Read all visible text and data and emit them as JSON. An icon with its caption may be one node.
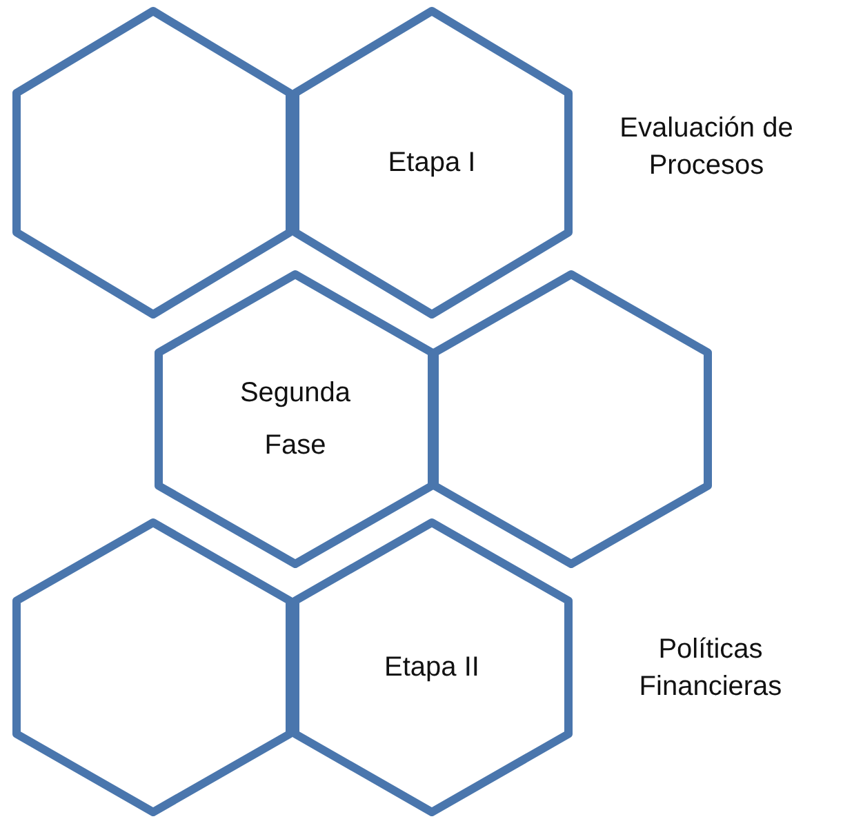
{
  "diagram": {
    "nodes": [
      {
        "text": [],
        "shape": "hexagon"
      },
      {
        "text": [
          "Etapa I"
        ]
      },
      {
        "text": [
          "Segunda Fase"
        ]
      },
      {
        "text": [],
        "shape": "hexagon"
      },
      {
        "text": [],
        "shape": "hexagon"
      },
      {
        "text": [
          "Etapa II"
        ]
      }
    ],
    "edges": [],
    "labels": [
      "Evaluación de Procesos",
      "Políticas Financieras"
    ]
  }
}
